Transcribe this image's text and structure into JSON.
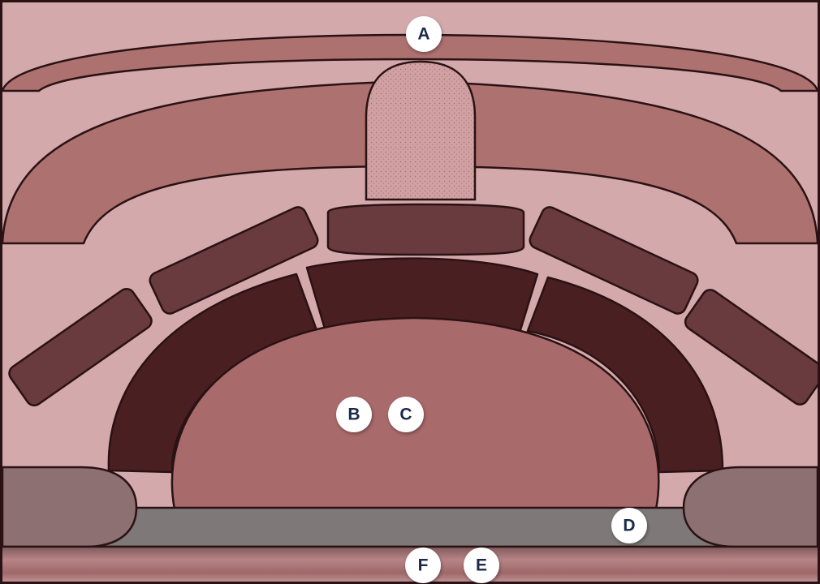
{
  "diagram": {
    "colors": {
      "background": "#d4a9ab",
      "outline": "#2a1214",
      "outer_arch": "#ad7170",
      "dome": "#d0a0a2",
      "arch_stone": "#6a3b3e",
      "inner_ring": "#4a1f22",
      "central_cavity": "#a96a6b",
      "side_stone": "#8c7072",
      "platform": "#7e7878",
      "base_band": "#9e6869",
      "marker_fill": "#ffffff",
      "marker_text": "#1b2a4a"
    },
    "markers": [
      {
        "id": "A",
        "label": "A"
      },
      {
        "id": "B",
        "label": "B"
      },
      {
        "id": "C",
        "label": "C"
      },
      {
        "id": "D",
        "label": "D"
      },
      {
        "id": "E",
        "label": "E"
      },
      {
        "id": "F",
        "label": "F"
      }
    ]
  }
}
